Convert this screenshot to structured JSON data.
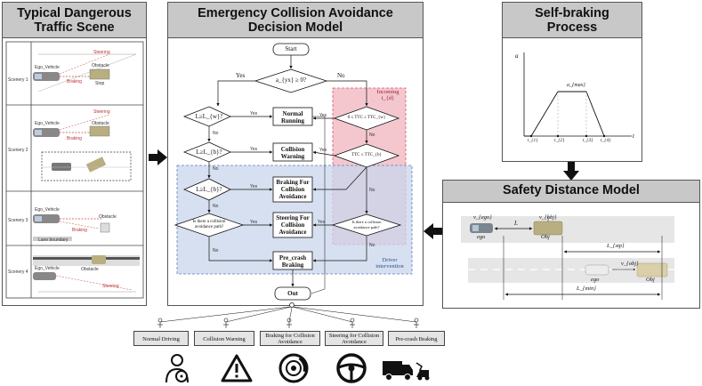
{
  "panels": {
    "scene": {
      "title_line1": "Typical Dangerous",
      "title_line2": "Traffic Scene"
    },
    "decision": {
      "title_line1": "Emergency Collision Avoidance",
      "title_line2": "Decision Model"
    },
    "braking": {
      "title_line1": "Self-braking",
      "title_line2": "Process"
    },
    "safety": {
      "title": "Safety Distance Model"
    }
  },
  "scenarios": [
    {
      "label": "Scenery 1",
      "ego": "Ego_Vehicle",
      "obstacle": "Obstacle",
      "obstacle_state": "Stop",
      "action": "Braking",
      "path": "Steering"
    },
    {
      "label": "Scenery 2",
      "ego": "Ego_Vehicle",
      "obstacle": "Obstacle",
      "action": "Braking",
      "path": "Steering"
    },
    {
      "label": "Scenery 3",
      "ego": "Ego_Vehicle",
      "obstacle": "Obstacle",
      "action": "Braking",
      "note": "Lane boundary"
    },
    {
      "label": "Scenery 4",
      "ego": "Ego_Vehicle",
      "obstacle": "Obstacle",
      "path": "Steering"
    }
  ],
  "flowchart": {
    "start": "Start",
    "decision_top": "a_{yx} ≥ 0?",
    "yes": "Yes",
    "no": "No",
    "left_d1": "L≥L_{w}?",
    "left_d2": "L≥L_{b}?",
    "left_d3": "L≥L_{b}?",
    "left_d4_l1": "Is there a collision",
    "left_d4_l2": "avoidance path?",
    "right_d1": "0 ≤ TTC ≤ TTC_{w}",
    "right_d2": "TTC ≤ TTC_{b}",
    "right_d3_l1": "Is there a collision",
    "right_d3_l2": "avoidance path?",
    "normal_l1": "Normal",
    "normal_l2": "Running",
    "warning_l1": "Collision",
    "warning_l2": "Warning",
    "brake_l1": "Braking For",
    "brake_l2": "Collision",
    "brake_l3": "Avoidance",
    "steer_l1": "Steering For",
    "steer_l2": "Collision",
    "steer_l3": "Avoidance",
    "precrash_l1": "Pre_crash",
    "precrash_l2": "Braking",
    "out": "Out",
    "incoming_l1": "Incoming",
    "incoming_l2": "t_{d}",
    "driver_l1": "Driver",
    "driver_l2": "intervention"
  },
  "braking_chart": {
    "y_label": "a",
    "x_label": "t",
    "plateau_label": "a_{max}",
    "ticks": [
      "t_{1}",
      "t_{2}",
      "t_{3}",
      "t_{4}"
    ]
  },
  "safety_model": {
    "v_ego": "v_{ego}",
    "v_obj": "v_{obj}",
    "ego": "ego",
    "obj": "Obj",
    "L": "L",
    "L_stp": "L_{stp}",
    "L_min": "L_{min}"
  },
  "actors": [
    {
      "label": "Normal Driving"
    },
    {
      "label": "Collision Warning"
    },
    {
      "label": "Braking for Collision Avoidance"
    },
    {
      "label": "Steering for Collision Avoidance"
    },
    {
      "label": "Pre-crash Braking"
    }
  ],
  "icons": [
    "driver-icon",
    "warning-triangle-icon",
    "brake-disc-icon",
    "steering-wheel-icon",
    "crash-truck-icon"
  ],
  "colors": {
    "header": "#c8c8c8",
    "incoming_fill": "#f4c7cf",
    "incoming_border": "#d9506e",
    "driver_fill": "#c9d6ec",
    "driver_border": "#5b7fbf",
    "road": "#e6e6e6"
  }
}
